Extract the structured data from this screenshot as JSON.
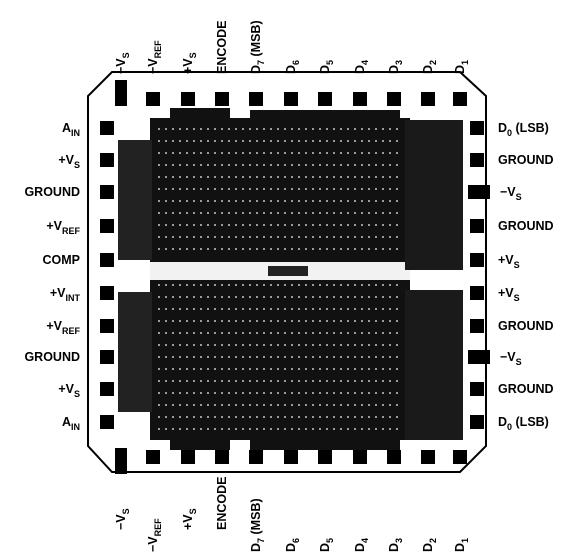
{
  "pins": {
    "left": [
      {
        "base": "A",
        "sub": "IN"
      },
      {
        "base": "+V",
        "sub": "S"
      },
      {
        "base": "GROUND",
        "sub": ""
      },
      {
        "base": "+V",
        "sub": "REF"
      },
      {
        "base": "COMP",
        "sub": ""
      },
      {
        "base": "+V",
        "sub": "INT"
      },
      {
        "base": "+V",
        "sub": "REF"
      },
      {
        "base": "GROUND",
        "sub": ""
      },
      {
        "base": "+V",
        "sub": "S"
      },
      {
        "base": "A",
        "sub": "IN"
      }
    ],
    "right": [
      {
        "base": "D",
        "sub": "0",
        "tail": " (LSB)"
      },
      {
        "base": "GROUND",
        "sub": ""
      },
      {
        "base": "−V",
        "sub": "S"
      },
      {
        "base": "GROUND",
        "sub": ""
      },
      {
        "base": "+V",
        "sub": "S"
      },
      {
        "base": "+V",
        "sub": "S"
      },
      {
        "base": "GROUND",
        "sub": ""
      },
      {
        "base": "−V",
        "sub": "S"
      },
      {
        "base": "GROUND",
        "sub": ""
      },
      {
        "base": "D",
        "sub": "0",
        "tail": " (LSB)"
      }
    ],
    "top": [
      {
        "base": "−V",
        "sub": "S"
      },
      {
        "base": "−V",
        "sub": "REF"
      },
      {
        "base": "+V",
        "sub": "S"
      },
      {
        "base": "ENCODE",
        "sub": ""
      },
      {
        "base": "D",
        "sub": "7",
        "tail": " (MSB)"
      },
      {
        "base": "D",
        "sub": "6"
      },
      {
        "base": "D",
        "sub": "5"
      },
      {
        "base": "D",
        "sub": "4"
      },
      {
        "base": "D",
        "sub": "3"
      },
      {
        "base": "D",
        "sub": "2"
      },
      {
        "base": "D",
        "sub": "1"
      }
    ],
    "bottom": [
      {
        "base": "−V",
        "sub": "S"
      },
      {
        "base": "−V",
        "sub": "REF"
      },
      {
        "base": "+V",
        "sub": "S"
      },
      {
        "base": "ENCODE",
        "sub": ""
      },
      {
        "base": "D",
        "sub": "7",
        "tail": " (MSB)"
      },
      {
        "base": "D",
        "sub": "6"
      },
      {
        "base": "D",
        "sub": "5"
      },
      {
        "base": "D",
        "sub": "4"
      },
      {
        "base": "D",
        "sub": "3"
      },
      {
        "base": "D",
        "sub": "2"
      },
      {
        "base": "D",
        "sub": "1"
      }
    ]
  }
}
